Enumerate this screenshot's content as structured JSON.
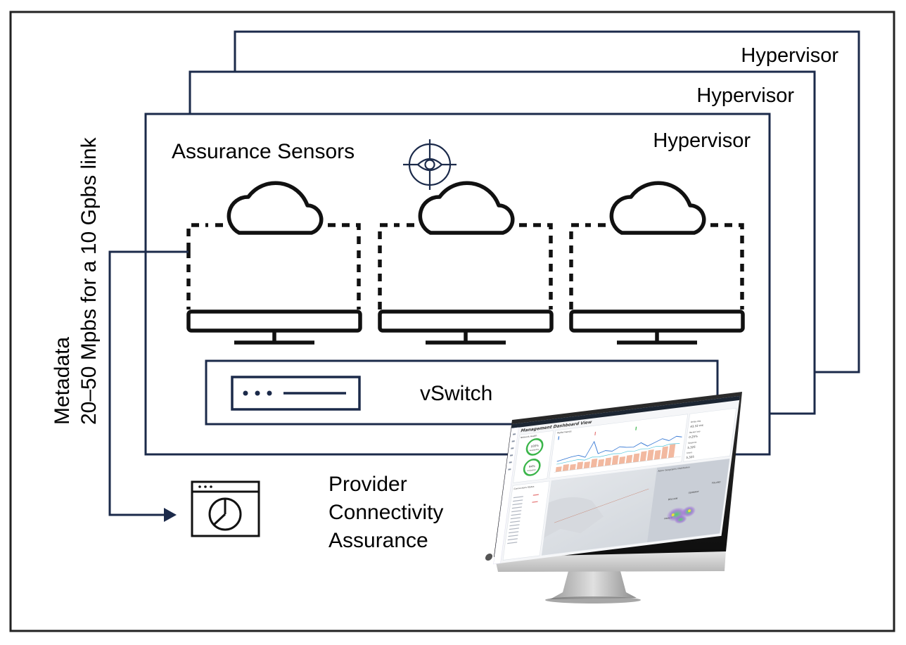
{
  "hypervisor_layers": [
    {
      "label": "Hypervisor"
    },
    {
      "label": "Hypervisor"
    },
    {
      "label": "Hypervisor"
    }
  ],
  "assurance_sensors_label": "Assurance Sensors",
  "vswitch_label": "vSwitch",
  "metadata_label": {
    "line1": "Metadata",
    "line2": "20–50 Mpbs for a 10 Gpbs link"
  },
  "provider_label": {
    "line1": "Provider",
    "line2": "Connectivity",
    "line3": "Assurance"
  },
  "icons": {
    "sensor": "sensor-eye-target-icon",
    "cloud": "cloud-icon",
    "monitor": "vm-monitor-icon",
    "switch": "switch-device-icon",
    "dashboard": "dashboard-pie-chart-icon",
    "imac": "imac-dashboard-screenshot"
  },
  "colors": {
    "navy": "#1b2a4a",
    "black": "#111111",
    "frame": "#2b2b2b"
  },
  "dashboard_screenshot": {
    "title": "Management Dashboard View",
    "network_health_title": "Network Health",
    "gauge_1_value": "100%",
    "gauge_1_label": "Availability",
    "gauge_2_value": "94%",
    "gauge_2_label": "Utilization",
    "performance_title": "Performance",
    "stats": [
      {
        "label": "Delay Avg",
        "value": "43.33 ms"
      },
      {
        "label": "Packet loss",
        "value": "0.25%"
      },
      {
        "label": "Sessions",
        "value": "5,325"
      },
      {
        "label": "Users",
        "value": "5,325"
      }
    ],
    "connections_title": "Connections Status",
    "map_title": "Alarm Geographic Distribution",
    "map_labels": [
      "GERMANY",
      "POLAND",
      "BELGIUM",
      "FRANCE"
    ]
  }
}
